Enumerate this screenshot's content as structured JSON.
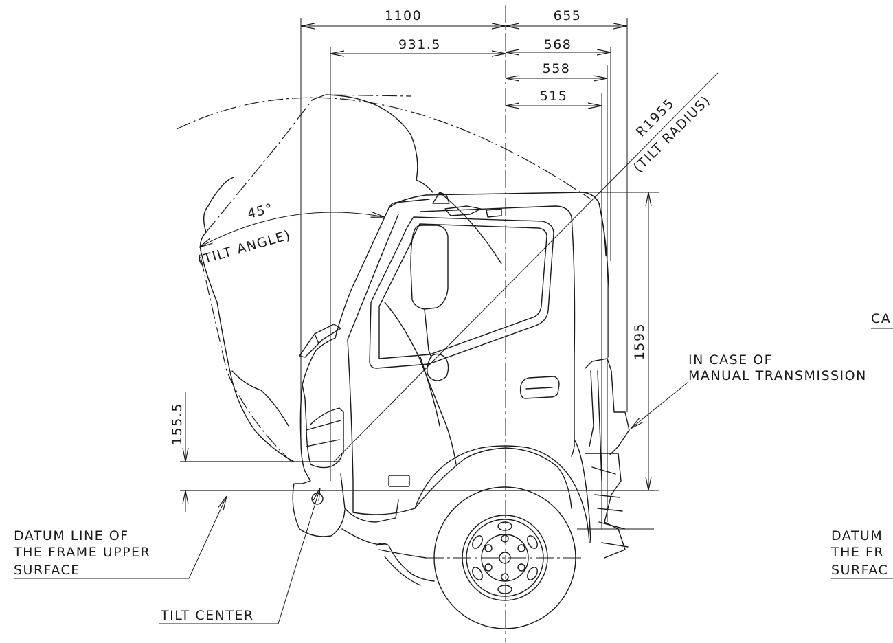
{
  "dimensions": {
    "d1100": "1100",
    "d655": "655",
    "d931_5": "931.5",
    "d568": "568",
    "d558": "558",
    "d515": "515",
    "d1595": "1595",
    "d155_5": "155.5",
    "r1955": "R1955",
    "tilt_radius": "(TILT RADIUS)",
    "angle45": "45°",
    "tilt_angle": "(TILT ANGLE)"
  },
  "labels": {
    "manual_line1": "IN CASE OF",
    "manual_line2": "MANUAL TRANSMISSION",
    "datum_left_line1": "DATUM LINE OF",
    "datum_left_line2": "THE FRAME UPPER",
    "datum_left_line3": "SURFACE",
    "tilt_center": "TILT CENTER",
    "right_cut_ca": "CA",
    "datum_right_line1": "DATUM",
    "datum_right_line2": "THE FR",
    "datum_right_line3": "SURFAC"
  }
}
